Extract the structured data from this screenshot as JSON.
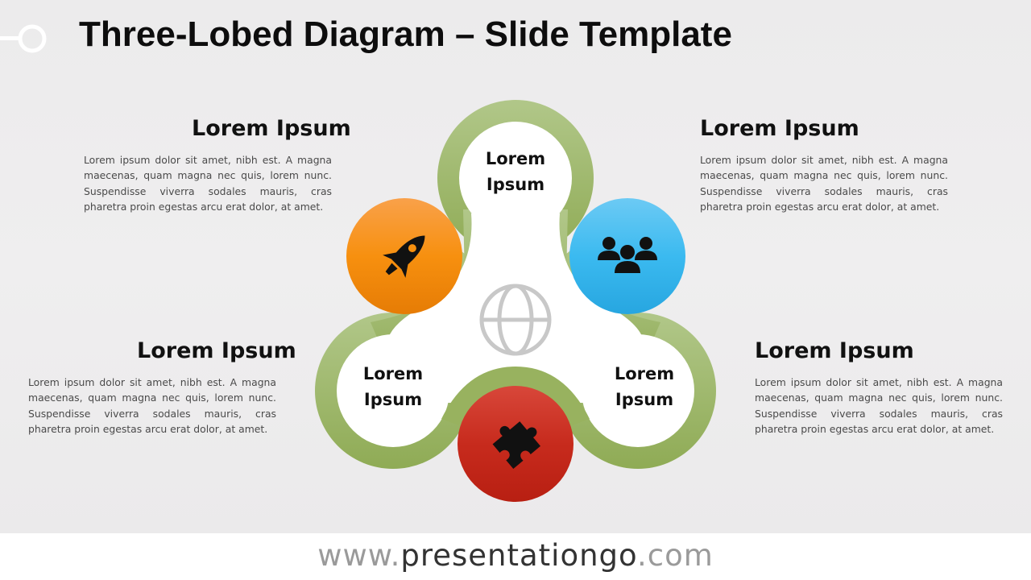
{
  "title": "Three-Lobed Diagram – Slide Template",
  "footer": {
    "prefix": "www.",
    "brand": "presentationgo",
    "suffix": ".com"
  },
  "lobes": [
    {
      "label": "Lorem Ipsum"
    },
    {
      "label": "Lorem Ipsum"
    },
    {
      "label": "Lorem Ipsum"
    }
  ],
  "blocks": [
    {
      "heading": "Lorem Ipsum",
      "text": "Lorem ipsum dolor sit amet, nibh est. A magna maecenas, quam magna nec quis, lorem nunc. Suspendisse viverra sodales mauris, cras pharetra proin egestas arcu erat dolor, at amet."
    },
    {
      "heading": "Lorem Ipsum",
      "text": "Lorem ipsum dolor sit amet, nibh est. A magna maecenas, quam magna nec quis, lorem nunc. Suspendisse viverra sodales mauris, cras pharetra proin egestas arcu erat dolor, at amet."
    },
    {
      "heading": "Lorem Ipsum",
      "text": "Lorem ipsum dolor sit amet, nibh est. A magna maecenas, quam magna nec quis, lorem nunc. Suspendisse viverra sodales mauris, cras pharetra proin egestas arcu erat dolor, at amet."
    },
    {
      "heading": "Lorem Ipsum",
      "text": "Lorem ipsum dolor sit amet, nibh est. A magna maecenas, quam magna nec quis, lorem nunc. Suspendisse viverra sodales mauris, cras pharetra proin egestas arcu erat dolor, at amet."
    }
  ],
  "icons": [
    {
      "name": "rocket-icon",
      "color": "#f28a10"
    },
    {
      "name": "people-icon",
      "color": "#33b3ec"
    },
    {
      "name": "puzzle-piece-icon",
      "color": "#c8261a"
    },
    {
      "name": "globe-icon",
      "color": "#c8c8c8"
    }
  ],
  "colors": {
    "lobe_border": "#9cb564",
    "lobe_fill": "#ffffff"
  }
}
